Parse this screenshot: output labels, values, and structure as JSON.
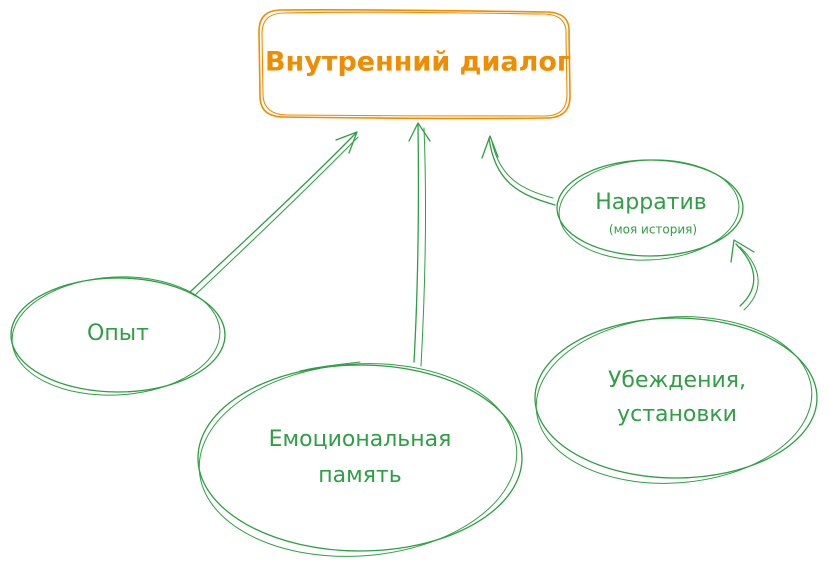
{
  "colors": {
    "primary_box": "#f08c00",
    "nodes": "#2f9e44"
  },
  "nodes": {
    "inner_dialog": {
      "label": "Внутренний диалог"
    },
    "experience": {
      "label": "Опыт"
    },
    "emotional_memory": {
      "line1": "Емоциональная",
      "line2": "память"
    },
    "narrative": {
      "label": "Нарратив",
      "sublabel": "(моя история)"
    },
    "beliefs": {
      "line1": "Убеждения,",
      "line2": "установки"
    }
  }
}
